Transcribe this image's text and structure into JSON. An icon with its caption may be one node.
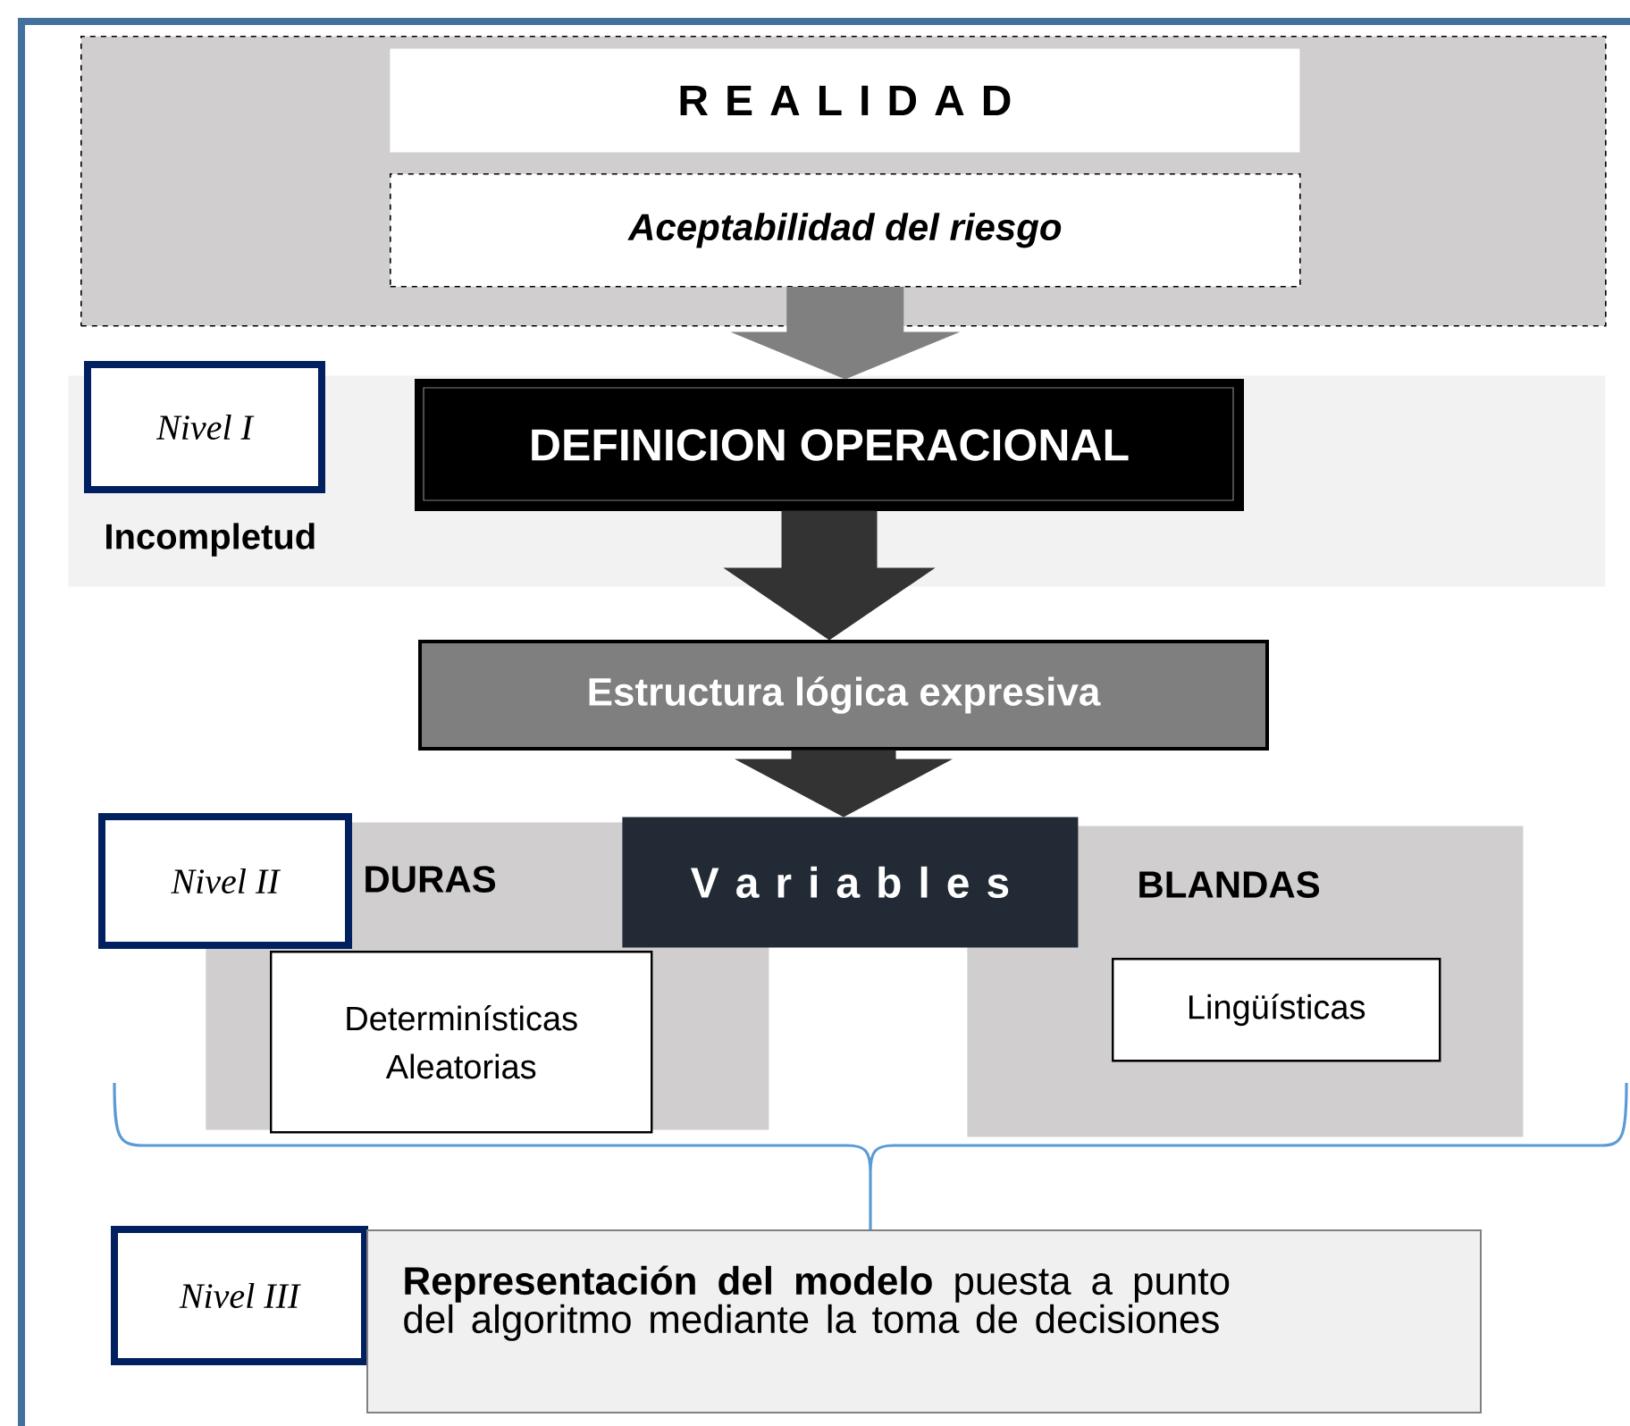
{
  "diagram": {
    "nodes": [
      {
        "text": [],
        "shape": "box"
      },
      {
        "text": [
          "R E A L I D A D"
        ],
        "in": 0
      },
      {
        "text": [
          "Aceptabilidad del riesgo"
        ],
        "in": 0
      },
      {
        "text": [
          "Incompletud"
        ]
      },
      {
        "text": [
          "Nivel I"
        ],
        "in": 3
      },
      {
        "text": [
          "DEFINICION OPERACIONAL"
        ],
        "in": 3
      },
      {
        "text": [
          "Estructura lógica expresiva"
        ]
      },
      {
        "text": [
          "V a r i a b l e s"
        ]
      },
      {
        "text": [
          "DURAS"
        ]
      },
      {
        "text": [
          "Nivel II"
        ]
      },
      {
        "text": [
          "Determinísticas Aleatorias"
        ],
        "in": 8
      },
      {
        "text": [
          "BLANDAS"
        ]
      },
      {
        "text": [
          "Lingüísticas"
        ],
        "in": 11
      },
      {
        "text": [
          "Nivel III"
        ]
      },
      {
        "text": [
          "**Representación del modelo**  puesta a punto del algoritmo mediante la toma de decisiones"
        ]
      }
    ],
    "edges": [
      {
        "from": 2,
        "to": 5,
        "arrow": "to",
        "color": "#808080"
      },
      {
        "from": 5,
        "to": 6,
        "arrow": "to"
      },
      {
        "from": 6,
        "to": 7,
        "arrow": "to"
      }
    ]
  }
}
